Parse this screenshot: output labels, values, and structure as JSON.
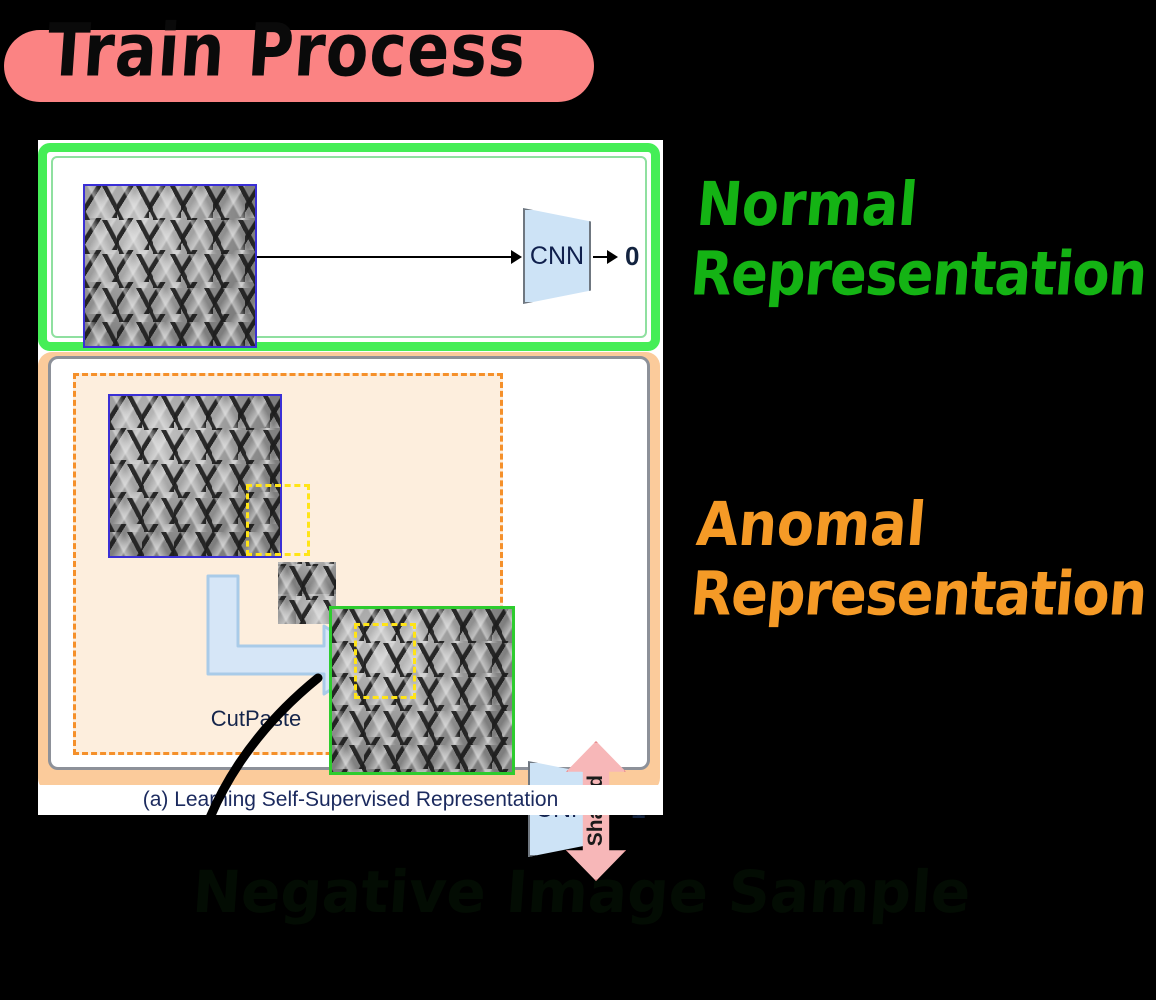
{
  "title": {
    "text": "Train Process",
    "pill_color": "#fb8383"
  },
  "figure": {
    "caption": "(a) Learning Self-Supervised Representation",
    "normal_panel": {
      "border_color": "#45ee56",
      "image_name": "normal-grid-texture",
      "cnn_label": "CNN",
      "output_label": "0"
    },
    "anomal_panel": {
      "panel_color": "#fbcb9b",
      "dashed_color": "#f5902a",
      "source_image_name": "source-grid-texture",
      "patch_image_name": "cut-patch-texture",
      "anomalous_image_name": "anomalous-grid-texture",
      "cutpaste_label": "CutPaste",
      "cnn_label": "CNN",
      "output_label": "1"
    },
    "shared_arrow": {
      "label": "Shared",
      "color": "#f7b7b8"
    }
  },
  "annotations": {
    "normal": {
      "line1": "Normal",
      "line2": "Representation",
      "color": "#14b314"
    },
    "anomal": {
      "line1": "Anomal",
      "line2": "Representation",
      "color": "#f59a26"
    },
    "bottom": {
      "text": "Negative Image Sample",
      "color": "#0a2a0a"
    }
  }
}
